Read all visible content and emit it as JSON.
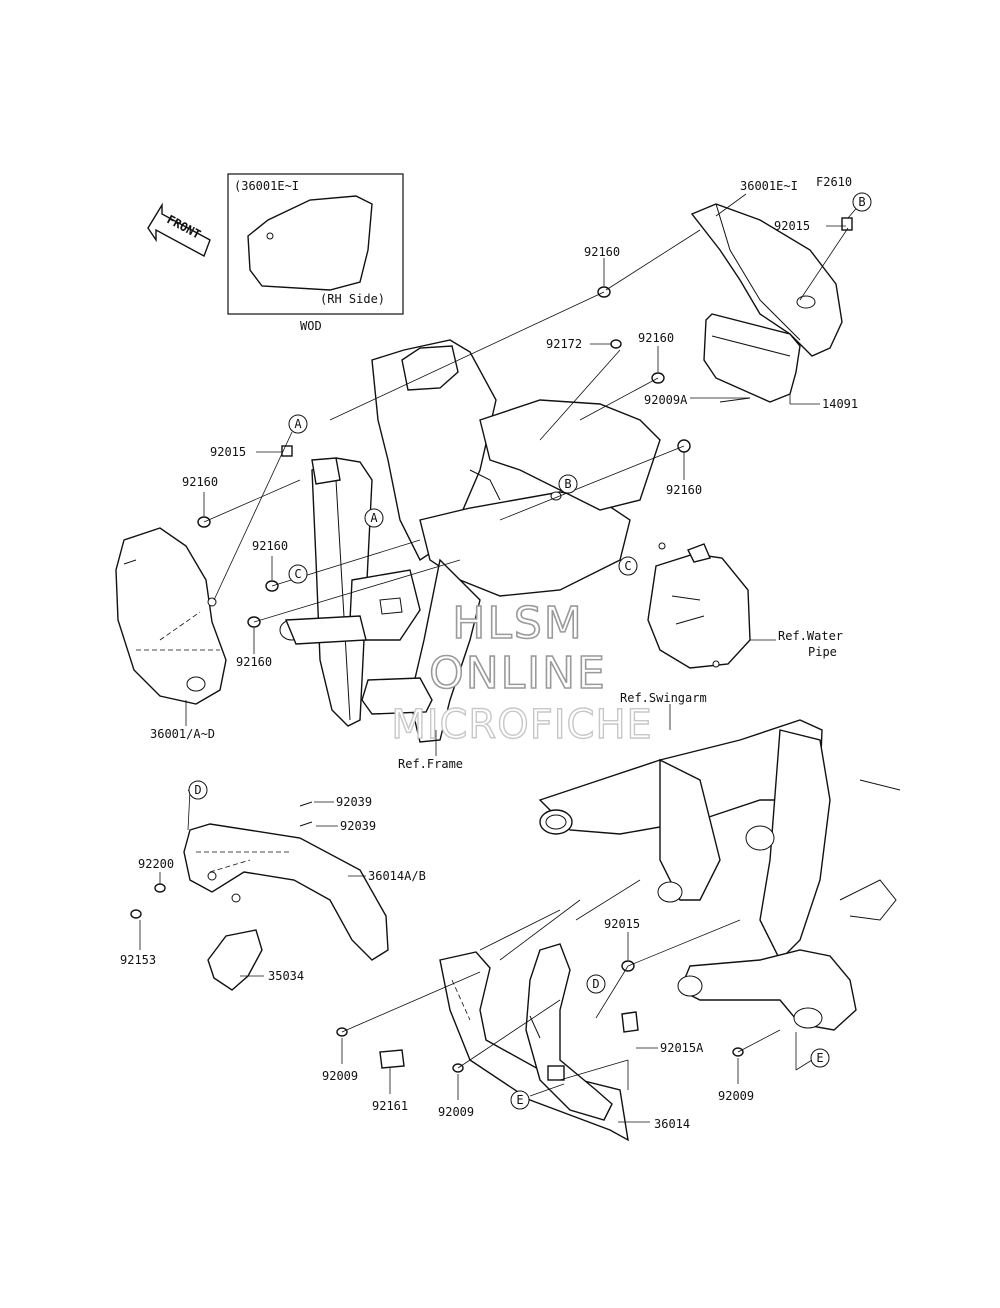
{
  "figure_code": "F2610",
  "front_arrow": "FRONT",
  "inset": {
    "part": "(36001E~I",
    "side": "(RH Side)",
    "note": "WOD"
  },
  "watermark": [
    "HLSM",
    "ONLINE",
    "MICROFICHE"
  ],
  "references": {
    "frame": "Ref.Frame",
    "swingarm": "Ref.Swingarm",
    "water_pipe_1": "Ref.Water",
    "water_pipe_2": "Pipe"
  },
  "callouts": {
    "a1": "A",
    "a2": "A",
    "b1": "B",
    "b2": "B",
    "c1": "C",
    "c2": "C",
    "d1": "D",
    "d2": "D",
    "e1": "E",
    "e2": "E"
  },
  "parts": {
    "p36001EI": "36001E~I",
    "p92015_top": "92015",
    "p92160_a": "92160",
    "p92172": "92172",
    "p92160_b": "92160",
    "p92009A": "92009A",
    "p14091": "14091",
    "p92160_c": "92160",
    "p92015_left": "92015",
    "p92160_d": "92160",
    "p92160_e": "92160",
    "p92160_f": "92160",
    "p36001AD": "36001/A~D",
    "p92039_a": "92039",
    "p92039_b": "92039",
    "p92200": "92200",
    "p36014AB": "36014A/B",
    "p92153": "92153",
    "p35034": "35034",
    "p92015_mid": "92015",
    "p92015A": "92015A",
    "p92009_a": "92009",
    "p92161": "92161",
    "p92009_b": "92009",
    "p36014": "36014",
    "p92009_c": "92009"
  }
}
